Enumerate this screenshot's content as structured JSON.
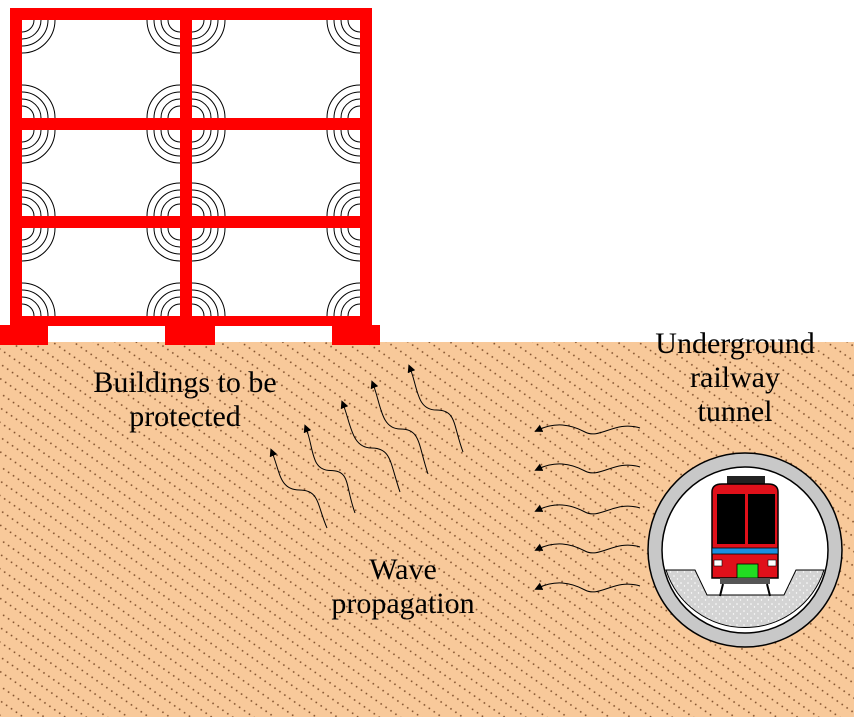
{
  "labels": {
    "buildings": [
      "Buildings to be",
      "protected"
    ],
    "tunnel": [
      "Underground",
      "railway",
      "tunnel"
    ],
    "wave": [
      "Wave",
      "propagation"
    ]
  },
  "colors": {
    "soil": "#f8c99a",
    "soil_dots": "#7a4a26",
    "frame": "#ff0000",
    "train_body": "#e0101a",
    "train_stripe": "#1a8fe0",
    "train_light": "#22dd22",
    "tunnel_ring": "#c8c8c8",
    "ballast": "#d4d4d4"
  },
  "icons": [
    "building-frame-icon",
    "train-icon",
    "wave-arrow-icon",
    "vibration-arc-icon"
  ]
}
